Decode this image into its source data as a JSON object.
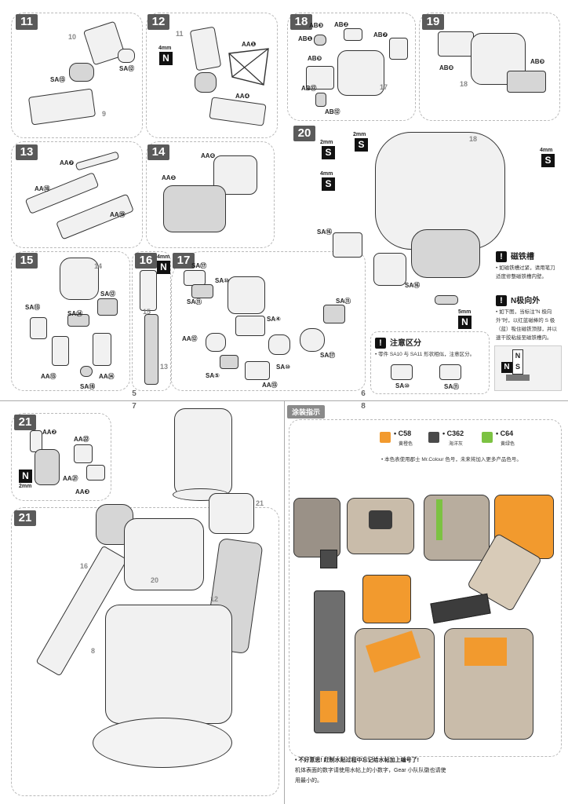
{
  "steps": {
    "s11": {
      "num": "11",
      "labels": [
        "SA⑬",
        "SA⑫"
      ],
      "parts": [
        "10",
        "9"
      ]
    },
    "s12": {
      "num": "12",
      "labels": [
        "AA❶",
        "AA❹"
      ],
      "parts": [
        "11"
      ],
      "magnet": "4mm"
    },
    "s13": {
      "num": "13",
      "labels": [
        "AA❼",
        "AA⑱",
        "AA⑲"
      ]
    },
    "s14": {
      "num": "14",
      "labels": [
        "AA❻",
        "AA❺"
      ]
    },
    "s15": {
      "num": "15",
      "labels": [
        "SA⑫",
        "SA⑬",
        "SA⑭",
        "AA⑬",
        "AA⑭",
        "SA⑱"
      ],
      "parts": [
        "14"
      ]
    },
    "s16": {
      "num": "16",
      "parts": [
        "15",
        "13"
      ],
      "magnet": "4mm"
    },
    "s17": {
      "num": "17",
      "labels": [
        "SA⑰",
        "SA⑩",
        "SA⑪",
        "SA④",
        "AA⑫",
        "SA⑤",
        "SA⑪",
        "SA⑩",
        "SA⑰",
        "AA⑬"
      ]
    },
    "s18": {
      "num": "18",
      "labels": [
        "AB❸",
        "AB❷",
        "AB❶",
        "AB❼",
        "AB❾",
        "AB⑫",
        "AB⑫"
      ],
      "parts": [
        "17"
      ]
    },
    "s19": {
      "num": "19",
      "labels": [
        "AB❽",
        "AB❾"
      ],
      "parts": [
        "18"
      ]
    },
    "s20": {
      "num": "20",
      "labels": [
        "SA⑯",
        "SA⑯"
      ],
      "parts": [
        "18"
      ],
      "magnets": [
        "2mm",
        "2mm",
        "4mm",
        "4mm",
        "5mm"
      ]
    },
    "s21a": {
      "num": "21",
      "labels": [
        "AA❷",
        "AA㉒",
        "AA㉑",
        "AA❸"
      ],
      "magnet": "2mm"
    },
    "s21b": {
      "num": "21",
      "parts": [
        "16",
        "20",
        "8",
        "12",
        "21"
      ]
    }
  },
  "notes": {
    "magnet_slot": {
      "title": "磁铁槽",
      "text": "• 如磁铁槽过紧，请用笔刀适度修整磁铁槽内壁。"
    },
    "n_pole": {
      "title": "N极向外",
      "text": "• 如下图，当标注\"N 极向外\"时，以红蓝磁棒的 S 极（蓝）吸住磁铁顶部，并以速干胶粘接至磁铁槽内。",
      "n": "N",
      "s": "S"
    },
    "distinguish": {
      "title": "注意区分",
      "text": "• 零件 SA10 与 SA11 形状相似，注意区分。",
      "a": "SA⑩",
      "b": "SA⑪"
    }
  },
  "page_numbers": {
    "left_top": "5",
    "left_bottom": "7",
    "right_top": "6",
    "right_bottom": "8"
  },
  "paint_guide": {
    "title": "涂装指示",
    "colors": [
      {
        "code": "• C58",
        "name": "黄橙色",
        "hex": "#f29a2e"
      },
      {
        "code": "• C362",
        "name": "海洋灰",
        "hex": "#4a4a4a"
      },
      {
        "code": "• C64",
        "name": "黄绿色",
        "hex": "#7cc242"
      }
    ],
    "note": "• 本色表使用郡士 Mr.Colour 色号，未来将加入更多产品色号。",
    "footer_line1": "• 不好意思! 赶制水贴过程中忘记给水帖加上编号了!",
    "footer_line2": "机体表面的数字请使用水帖上的小数字，Gear 小队队徽也请使",
    "footer_line3": "用最小的。"
  },
  "badge_n": "N",
  "badge_s": "S"
}
